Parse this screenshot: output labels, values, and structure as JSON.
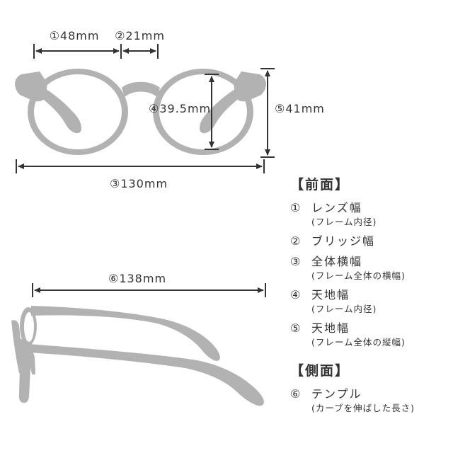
{
  "front_view": {
    "dim_lens_width": "①48mm",
    "dim_bridge_width": "②21mm",
    "dim_total_width": "③130mm",
    "dim_lens_height": "④39.5mm",
    "dim_total_height": "⑤41mm"
  },
  "side_view": {
    "dim_temple_length": "⑥138mm"
  },
  "legend": {
    "front_section_title": "【前面】",
    "side_section_title": "【側面】",
    "front_items": [
      {
        "num": "①",
        "label": "レンズ幅",
        "note": "(フレーム内径)"
      },
      {
        "num": "②",
        "label": "ブリッジ幅",
        "note": ""
      },
      {
        "num": "③",
        "label": "全体横幅",
        "note": "(フレーム全体の横幅)"
      },
      {
        "num": "④",
        "label": "天地幅",
        "note": "(フレーム内径)"
      },
      {
        "num": "⑤",
        "label": "天地幅",
        "note": "(フレーム全体の縦幅)"
      }
    ],
    "side_items": [
      {
        "num": "⑥",
        "label": "テンプル",
        "note": "(カーブを伸ばした長さ)"
      }
    ]
  },
  "colors": {
    "frame": "#b2b2b2",
    "line": "#333333",
    "background": "#ffffff"
  }
}
